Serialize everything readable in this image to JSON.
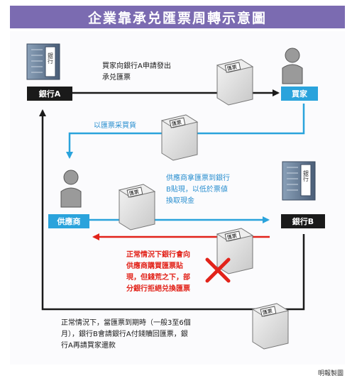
{
  "title": "企業靠承兑匯票周轉示意圖",
  "colors": {
    "title_bg": "#7b6bb1",
    "arrow_black": "#1a1a1a",
    "arrow_blue": "#2aa3dc",
    "arrow_red": "#e2231a",
    "box_dark": "#1a1a1a",
    "box_blue": "#2aa3dc",
    "note_blue": "#2a8fd0",
    "note_red": "#e2231a"
  },
  "nodes": {
    "bank_a": {
      "label": "銀行A",
      "icon": "bank-building-icon",
      "building_sign": "銀行"
    },
    "buyer": {
      "label": "買家",
      "icon": "person-icon"
    },
    "supplier": {
      "label": "供應商",
      "icon": "person-icon"
    },
    "bank_b": {
      "label": "銀行B",
      "icon": "bank-building-icon",
      "building_sign": "銀行"
    }
  },
  "bill_label": "匯票",
  "steps": {
    "step1": {
      "text_lines": [
        "買家向銀行A申請發出",
        "承兑匯票"
      ]
    },
    "step2": {
      "text_lines": [
        "以匯票采買貨"
      ]
    },
    "step3": {
      "text_lines": [
        "供應商拿匯票到銀行",
        "B貼現，以低於票値",
        "換取現金"
      ]
    },
    "step4": {
      "text_lines": [
        "正常情況下銀行會向",
        "供應商購買匯票貼",
        "現，但錢荒之下，部",
        "分銀行拒絕兑換匯票"
      ]
    },
    "step5": {
      "text_lines": [
        "正常情況下，當匯票到期時（一般3至6個",
        "月），銀行B會請銀行A付錢贖回匯票，銀",
        "行A再請買家還款"
      ]
    }
  },
  "credit": "明報製圖"
}
